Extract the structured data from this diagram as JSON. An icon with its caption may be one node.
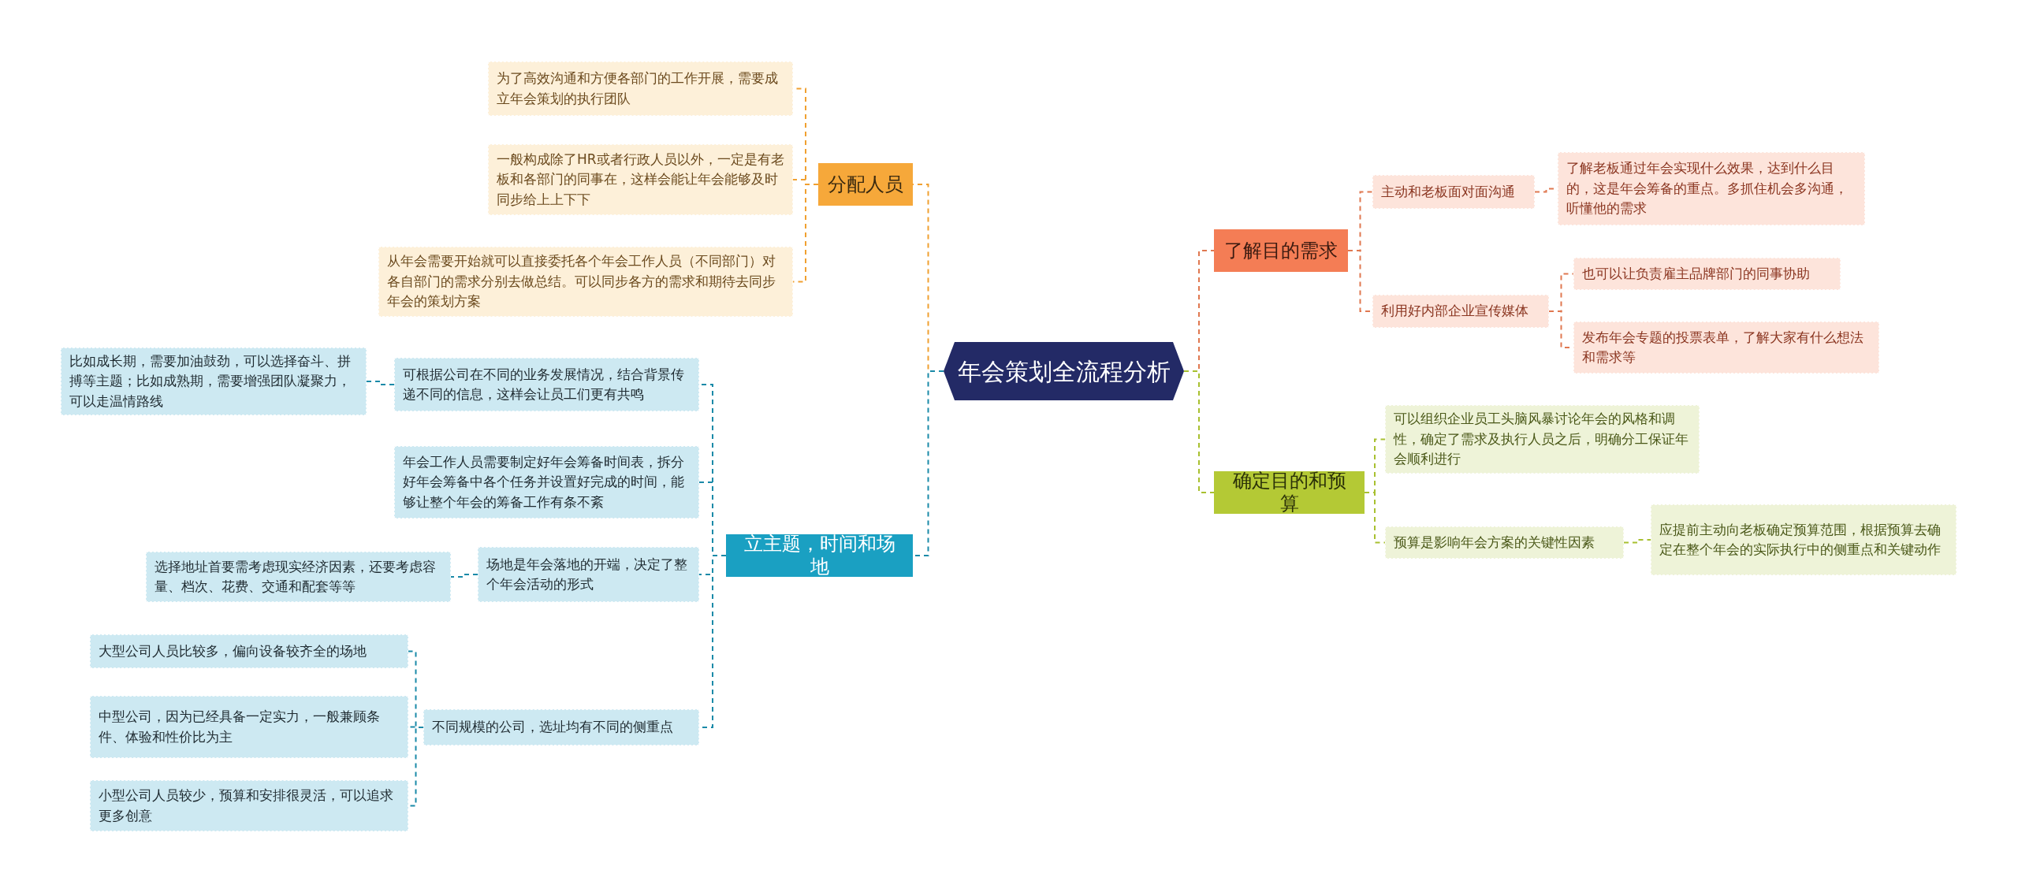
{
  "diagram": {
    "nodes": [
      {
        "text": [
          "年会策划全流程分析"
        ]
      },
      {
        "text": [
          "分配人员"
        ]
      },
      {
        "text": [
          "为了高效沟通和方便各部门的工作开展，需要成立年会策划的执行团队"
        ]
      },
      {
        "text": [
          "一般构成除了HR或者行政人员以外，一定是有老板和各部门的同事在，这样会能让年会能够及时同步给上上下下"
        ]
      },
      {
        "text": [
          "从年会需要开始就可以直接委托各个年会工作人员（不同部门）对各自部门的需求分别去做总结。可以同步各方的需求和期待去同步年会的策划方案"
        ]
      },
      {
        "text": [
          "立主题，时间和场地"
        ]
      },
      {
        "text": [
          "可根据公司在不同的业务发展情况，结合背景传递不同的信息，这样会让员工们更有共鸣"
        ]
      },
      {
        "text": [
          "比如成长期，需要加油鼓劲，可以选择奋斗、拼搏等主题；比如成熟期，需要增强团队凝聚力，可以走温情路线"
        ]
      },
      {
        "text": [
          "年会工作人员需要制定好年会筹备时间表，拆分好年会筹备中各个任务并设置好完成的时间，能够让整个年会的筹备工作有条不紊"
        ]
      },
      {
        "text": [
          "场地是年会落地的开端，决定了整个年会活动的形式"
        ]
      },
      {
        "text": [
          "选择地址首要需考虑现实经济因素，还要考虑容量、档次、花费、交通和配套等等"
        ]
      },
      {
        "text": [
          "不同规模的公司，选址均有不同的侧重点"
        ]
      },
      {
        "text": [
          "大型公司人员比较多，偏向设备较齐全的场地"
        ]
      },
      {
        "text": [
          "中型公司，因为已经具备一定实力，一般兼顾条件、体验和性价比为主"
        ]
      },
      {
        "text": [
          "小型公司人员较少，预算和安排很灵活，可以追求更多创意"
        ]
      },
      {
        "text": [
          "了解目的需求"
        ]
      },
      {
        "text": [
          "主动和老板面对面沟通"
        ]
      },
      {
        "text": [
          "了解老板通过年会实现什么效果，达到什么目的，这是年会筹备的重点。多抓住机会多沟通，听懂他的需求"
        ]
      },
      {
        "text": [
          "利用好内部企业宣传媒体"
        ]
      },
      {
        "text": [
          "也可以让负责雇主品牌部门的同事协助"
        ]
      },
      {
        "text": [
          "发布年会专题的投票表单，了解大家有什么想法和需求等"
        ]
      },
      {
        "text": [
          "确定目的和预算"
        ]
      },
      {
        "text": [
          "可以组织企业员工头脑风暴讨论年会的风格和调性，确定了需求及执行人员之后，明确分工保证年会顺利进行"
        ]
      },
      {
        "text": [
          "预算是影响年会方案的关键性因素"
        ]
      },
      {
        "text": [
          "应提前主动向老板确定预算范围，根据预算去确定在整个年会的实际执行中的侧重点和关键动作"
        ]
      }
    ],
    "edges": [
      {
        "from": 0,
        "to": 1,
        "arrow": "none",
        "style": "dashed",
        "color": "#f0a030"
      },
      {
        "from": 1,
        "to": 2,
        "arrow": "none",
        "style": "dashed",
        "color": "#f0a030"
      },
      {
        "from": 1,
        "to": 3,
        "arrow": "none",
        "style": "dashed",
        "color": "#f0a030"
      },
      {
        "from": 1,
        "to": 4,
        "arrow": "none",
        "style": "dashed",
        "color": "#f0a030"
      },
      {
        "from": 0,
        "to": 5,
        "arrow": "none",
        "style": "dashed",
        "color": "#1a8aa8"
      },
      {
        "from": 5,
        "to": 6,
        "arrow": "none",
        "style": "dashed",
        "color": "#1a8aa8"
      },
      {
        "from": 6,
        "to": 7,
        "arrow": "none",
        "style": "dashed",
        "color": "#1a8aa8"
      },
      {
        "from": 5,
        "to": 8,
        "arrow": "none",
        "style": "dashed",
        "color": "#1a8aa8"
      },
      {
        "from": 5,
        "to": 9,
        "arrow": "none",
        "style": "dashed",
        "color": "#1a8aa8"
      },
      {
        "from": 9,
        "to": 10,
        "arrow": "none",
        "style": "dashed",
        "color": "#1a8aa8"
      },
      {
        "from": 5,
        "to": 11,
        "arrow": "none",
        "style": "dashed",
        "color": "#1a8aa8"
      },
      {
        "from": 11,
        "to": 12,
        "arrow": "none",
        "style": "dashed",
        "color": "#1a8aa8"
      },
      {
        "from": 11,
        "to": 13,
        "arrow": "none",
        "style": "dashed",
        "color": "#1a8aa8"
      },
      {
        "from": 11,
        "to": 14,
        "arrow": "none",
        "style": "dashed",
        "color": "#1a8aa8"
      },
      {
        "from": 0,
        "to": 15,
        "arrow": "none",
        "style": "dashed",
        "color": "#e07850"
      },
      {
        "from": 15,
        "to": 16,
        "arrow": "none",
        "style": "dashed",
        "color": "#e07850"
      },
      {
        "from": 16,
        "to": 17,
        "arrow": "none",
        "style": "dashed",
        "color": "#e07850"
      },
      {
        "from": 15,
        "to": 18,
        "arrow": "none",
        "style": "dashed",
        "color": "#e07850"
      },
      {
        "from": 18,
        "to": 19,
        "arrow": "none",
        "style": "dashed",
        "color": "#e07850"
      },
      {
        "from": 18,
        "to": 20,
        "arrow": "none",
        "style": "dashed",
        "color": "#e07850"
      },
      {
        "from": 0,
        "to": 21,
        "arrow": "none",
        "style": "dashed",
        "color": "#a8c030"
      },
      {
        "from": 21,
        "to": 22,
        "arrow": "none",
        "style": "dashed",
        "color": "#a8c030"
      },
      {
        "from": 21,
        "to": 23,
        "arrow": "none",
        "style": "dashed",
        "color": "#a8c030"
      },
      {
        "from": 23,
        "to": 24,
        "arrow": "none",
        "style": "dashed",
        "color": "#a8c030"
      }
    ]
  }
}
